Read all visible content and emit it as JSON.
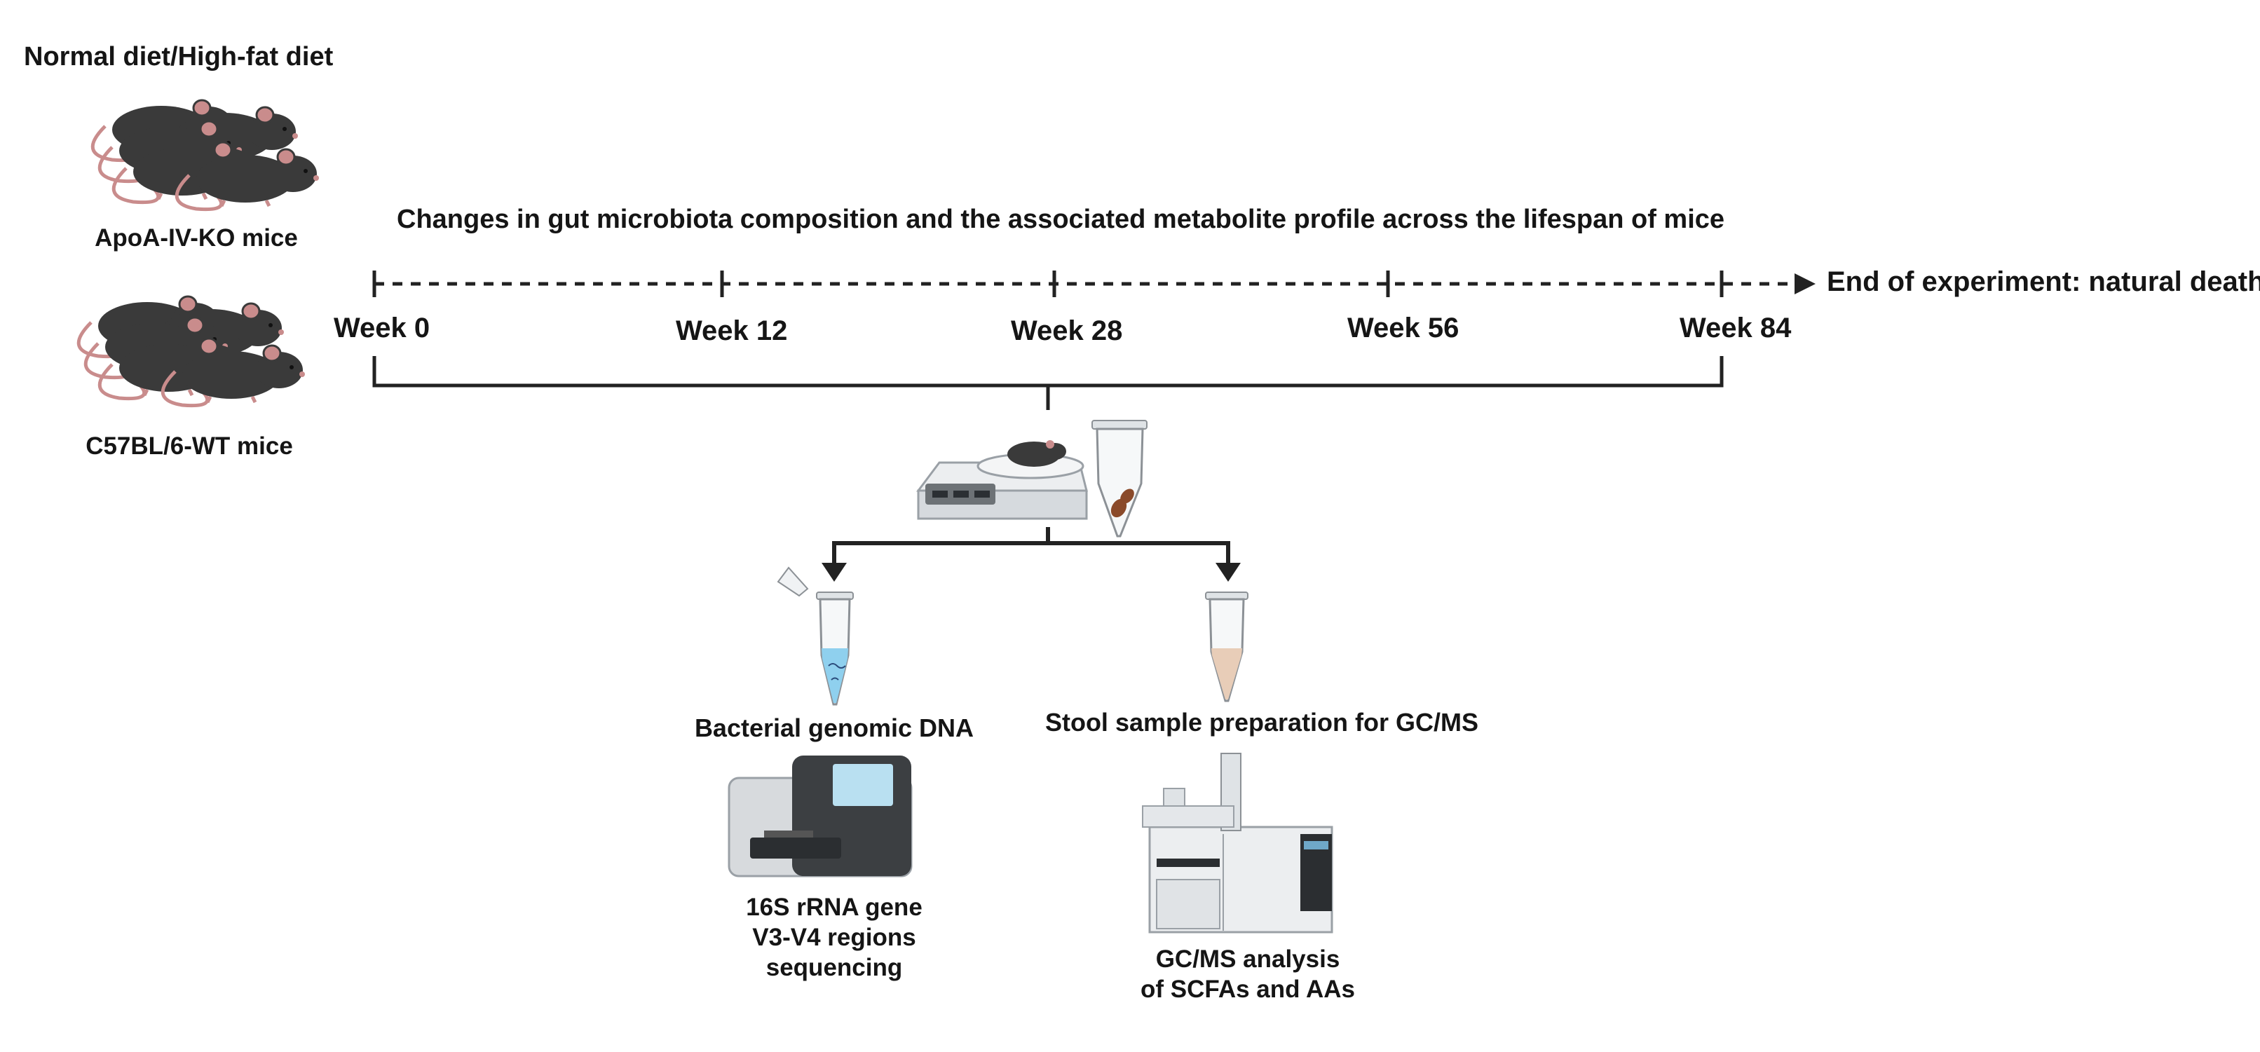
{
  "diet_label": "Normal diet/High-fat diet",
  "groups": [
    {
      "label": "ApoA-IV-KO mice"
    },
    {
      "label": "C57BL/6-WT mice"
    }
  ],
  "title": "Changes in gut microbiota composition and the associated metabolite profile across the lifespan of mice",
  "timeline": {
    "weeks": [
      "Week 0",
      "Week 12",
      "Week 28",
      "Week 56",
      "Week 84"
    ],
    "end_label": "End of experiment: natural death"
  },
  "branches": {
    "left": {
      "sample_label": "Bacterial genomic DNA",
      "analysis_lines": [
        "16S rRNA gene",
        "V3-V4 regions",
        "sequencing"
      ]
    },
    "right": {
      "sample_label": "Stool sample preparation for GC/MS",
      "analysis_lines": [
        "GC/MS analysis",
        "of SCFAs and AAs"
      ]
    }
  },
  "colors": {
    "mouse_body": "#3a3a3a",
    "mouse_ear": "#c98c8c",
    "line": "#222222",
    "dna_liquid": "#8fd0ee",
    "stool_liquid": "#e8cdb8",
    "stool_pellet": "#8a4a2a"
  }
}
